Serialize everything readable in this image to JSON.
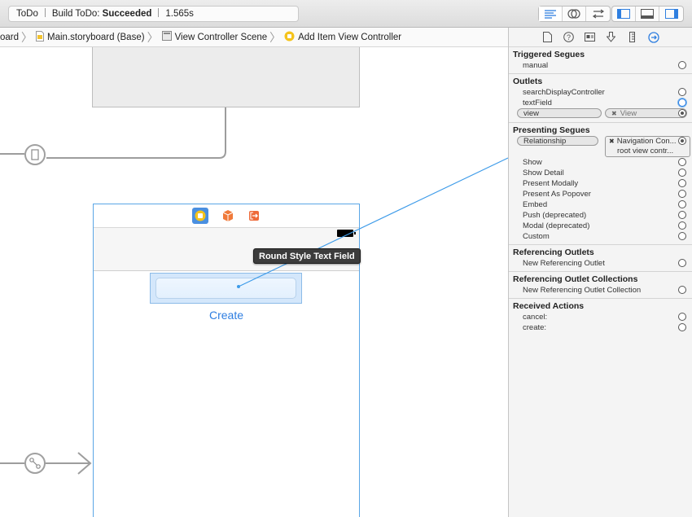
{
  "toolbar": {
    "scheme": "ToDo",
    "build_prefix": "Build ToDo:",
    "build_status": "Succeeded",
    "build_time": "1.565s"
  },
  "jumpbar": {
    "items": [
      "oard",
      "Main.storyboard (Base)",
      "View Controller Scene",
      "Add Item View Controller"
    ]
  },
  "canvas": {
    "create_button": "Create",
    "tooltip": "Round Style Text Field"
  },
  "inspector": {
    "sections": {
      "triggered_segues": {
        "title": "Triggered Segues",
        "items": [
          "manual"
        ]
      },
      "outlets": {
        "title": "Outlets",
        "items": [
          "searchDisplayController",
          "textField"
        ],
        "view_pill": "view",
        "view_target": "View"
      },
      "presenting_segues": {
        "title": "Presenting Segues",
        "relationship": "Relationship",
        "target_line1": "Navigation Con...",
        "target_line2": "root view contr...",
        "items": [
          "Show",
          "Show Detail",
          "Present Modally",
          "Present As Popover",
          "Embed",
          "Push (deprecated)",
          "Modal (deprecated)",
          "Custom"
        ]
      },
      "referencing_outlets": {
        "title": "Referencing Outlets",
        "items": [
          "New Referencing Outlet"
        ]
      },
      "referencing_outlet_collections": {
        "title": "Referencing Outlet Collections",
        "items": [
          "New Referencing Outlet Collection"
        ]
      },
      "received_actions": {
        "title": "Received Actions",
        "items": [
          "cancel:",
          "create:"
        ]
      }
    }
  },
  "colors": {
    "accent": "#2e7ee1",
    "selection": "#d4e7fb",
    "connection": "#3d9be9"
  }
}
